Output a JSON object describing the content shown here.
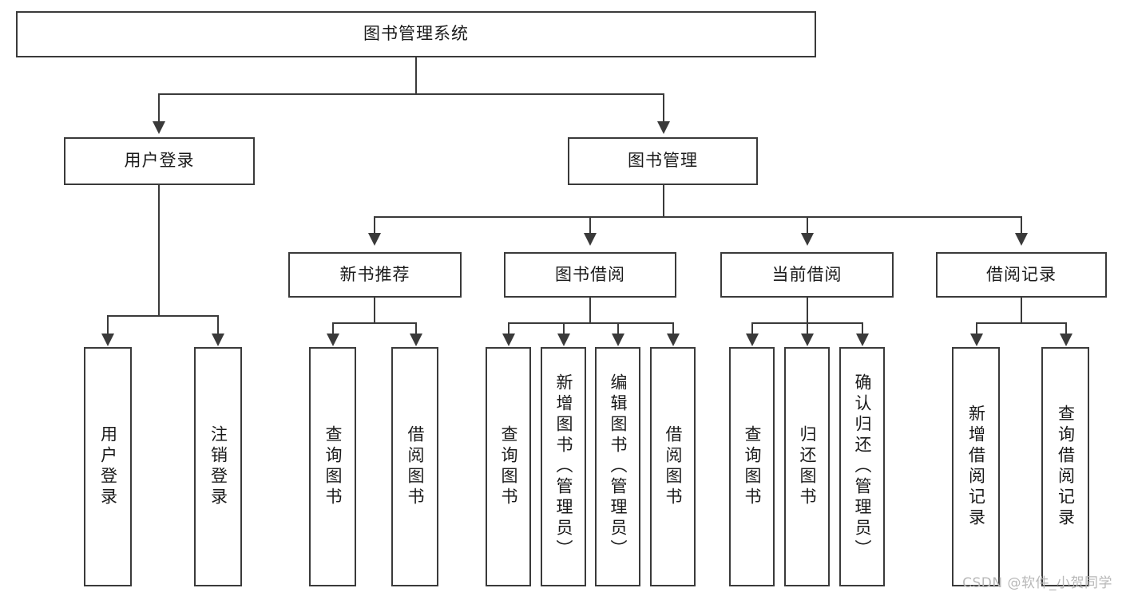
{
  "diagram": {
    "type": "tree",
    "title": "图书管理系统",
    "root": {
      "label": "图书管理系统"
    },
    "level2": [
      {
        "label": "用户登录"
      },
      {
        "label": "图书管理"
      }
    ],
    "level3": [
      {
        "label": "新书推荐"
      },
      {
        "label": "图书借阅"
      },
      {
        "label": "当前借阅"
      },
      {
        "label": "借阅记录"
      }
    ],
    "leaves": {
      "user_login": [
        {
          "label": "用户登录"
        },
        {
          "label": "注销登录"
        }
      ],
      "new_book_recommend": [
        {
          "label": "查询图书"
        },
        {
          "label": "借阅图书"
        }
      ],
      "book_borrow": [
        {
          "label": "查询图书"
        },
        {
          "label": "新增图书（管理员）"
        },
        {
          "label": "编辑图书（管理员）"
        },
        {
          "label": "借阅图书"
        }
      ],
      "current_borrow": [
        {
          "label": "查询图书"
        },
        {
          "label": "归还图书"
        },
        {
          "label": "确认归还（管理员）"
        }
      ],
      "borrow_record": [
        {
          "label": "新增借阅记录"
        },
        {
          "label": "查询借阅记录"
        }
      ]
    }
  },
  "watermark": {
    "text": "CSDN @软件_小贺同学"
  },
  "colors": {
    "stroke": "#3a3a3a",
    "fill": "#ffffff",
    "text": "#1a1a1a",
    "watermark": "#b8b8b8"
  }
}
